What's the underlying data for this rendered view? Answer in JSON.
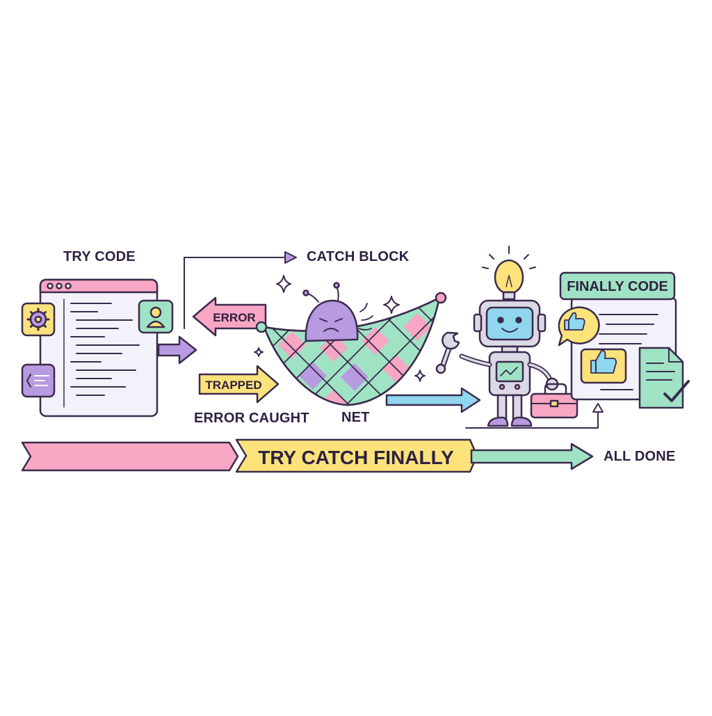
{
  "labels": {
    "try_code": "TRY CODE",
    "catch_block": "CATCH BLOCK",
    "error": "ERROR",
    "trapped": "TRAPPED",
    "error_caught": "ERROR CAUGHT",
    "net": "NET",
    "finally_code": "FINALLY CODE",
    "banner": "TRY CATCH FINALLY",
    "all_done": "ALL DONE"
  },
  "colors": {
    "outline": "#3a2a4d",
    "pink": "#f7a6c3",
    "yellow": "#fbe27a",
    "mint": "#9fe3c4",
    "purple": "#b89ae0",
    "blue": "#8fd6ee",
    "gray": "#dcd9e6"
  },
  "icons": [
    "gear-icon",
    "code-icon",
    "user-icon",
    "bug-icon",
    "lightbulb-icon",
    "wrench-icon",
    "toolbox-icon",
    "thumbs-up-icon",
    "document-check-icon",
    "sparkle-icon"
  ]
}
